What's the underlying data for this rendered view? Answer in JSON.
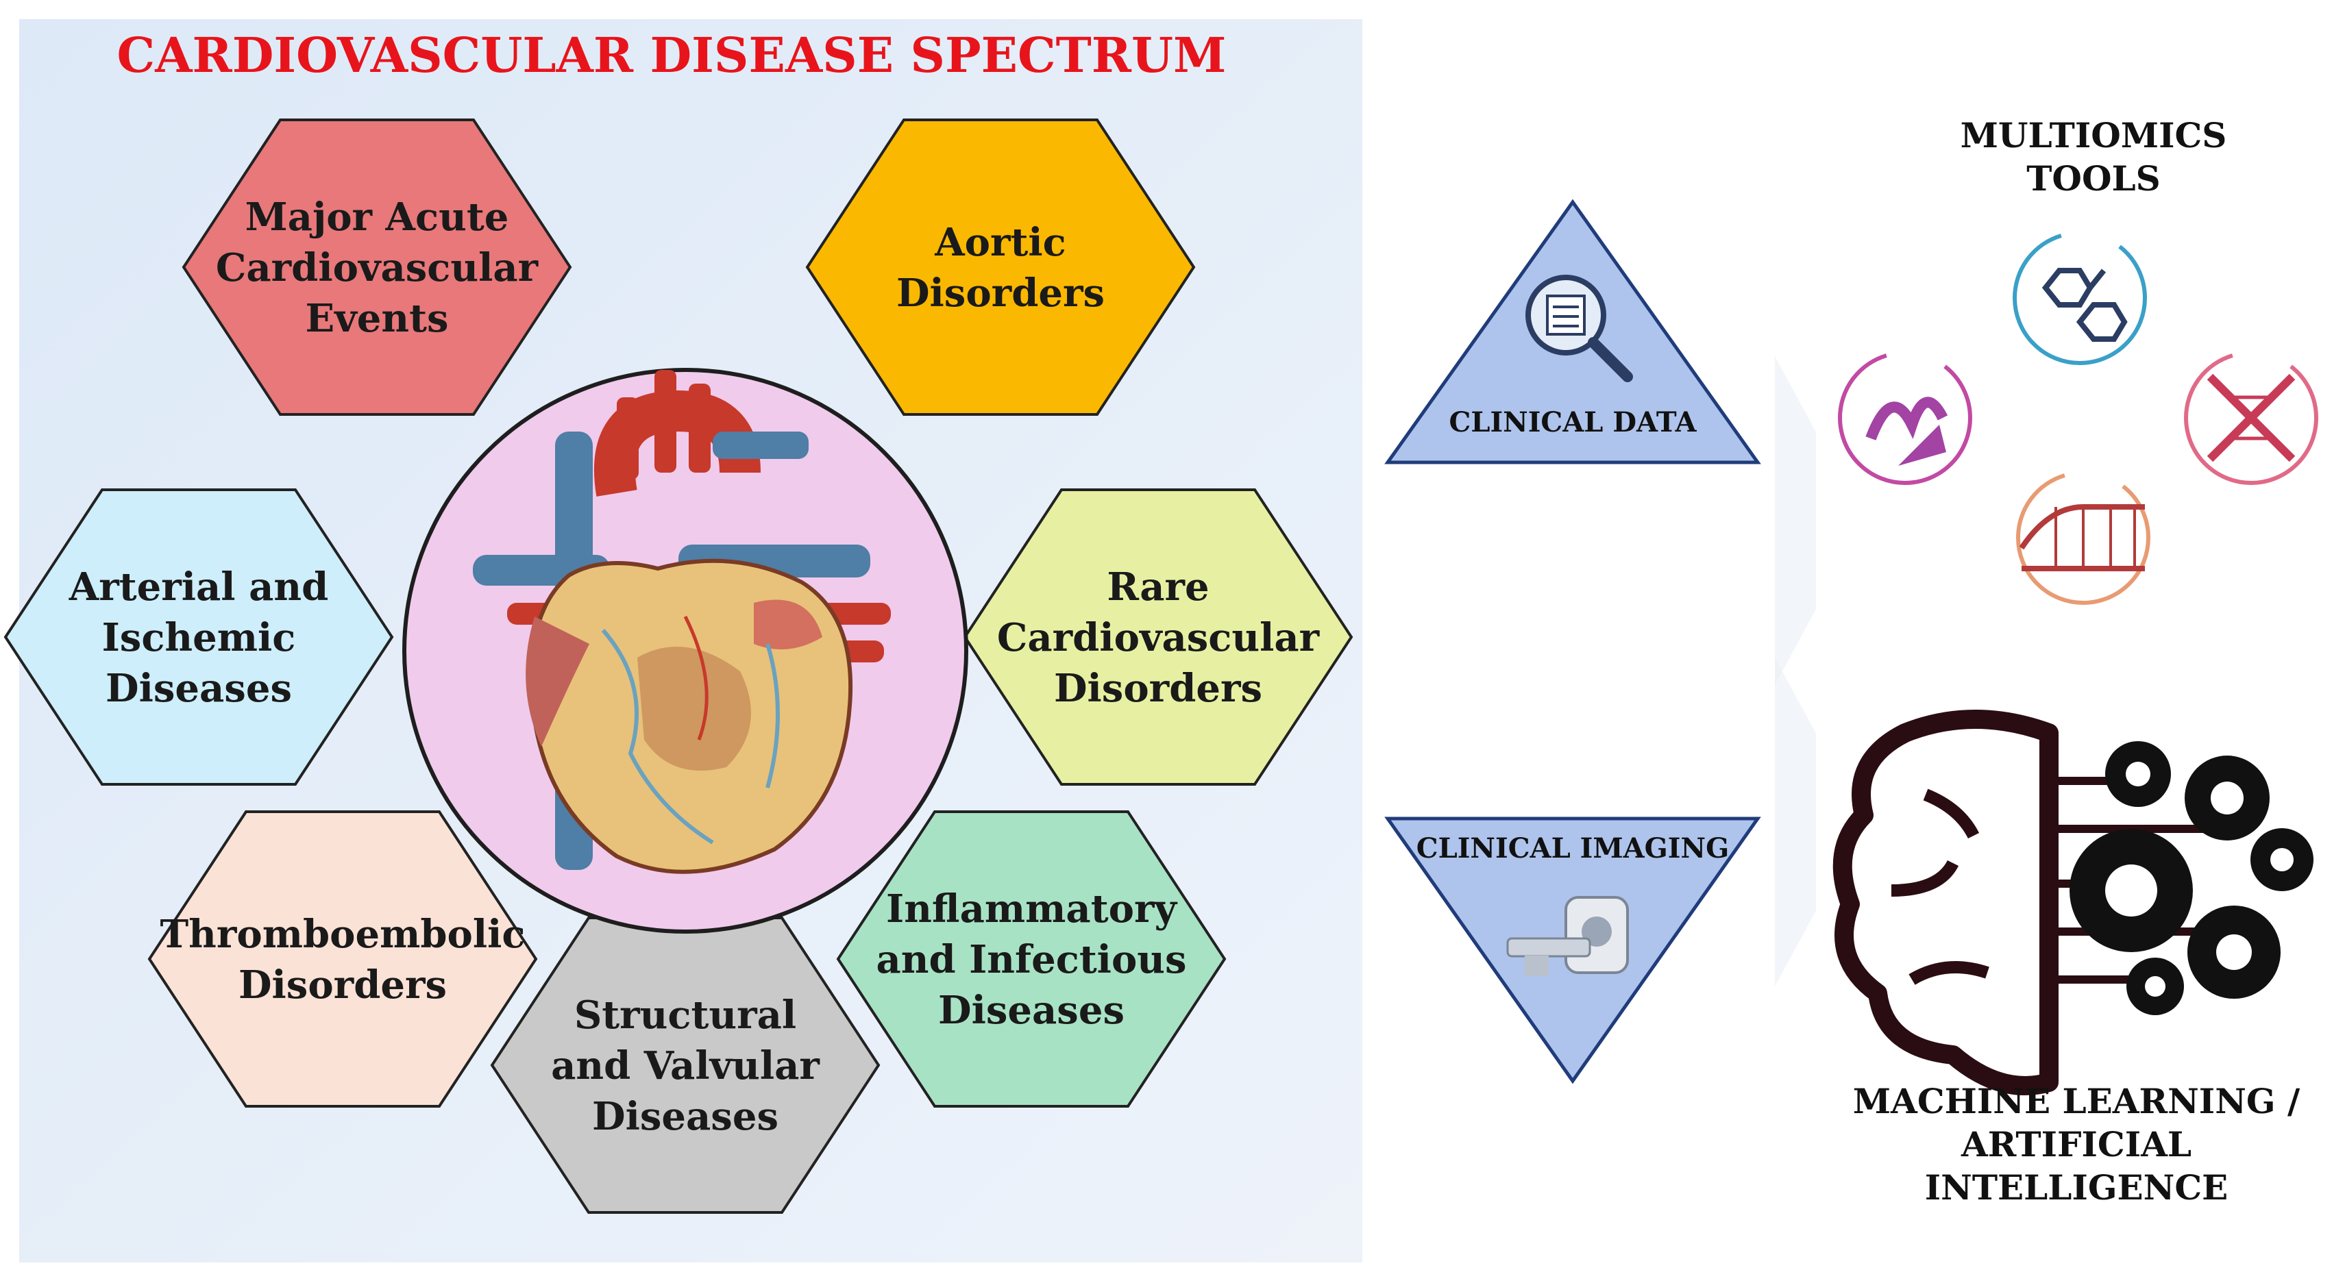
{
  "title": "CARDIOVASCULAR DISEASE SPECTRUM",
  "hexagons": [
    {
      "id": "major-acute",
      "lines": [
        "Major Acute",
        "Cardiovascular",
        "Events"
      ],
      "color": "#e8787a"
    },
    {
      "id": "aortic",
      "lines": [
        "Aortic",
        "Disorders"
      ],
      "color": "#fbb800"
    },
    {
      "id": "arterial",
      "lines": [
        "Arterial and",
        "Ischemic",
        "Diseases"
      ],
      "color": "#cdeefa"
    },
    {
      "id": "rare",
      "lines": [
        "Rare",
        "Cardiovascular",
        "Disorders"
      ],
      "color": "#e7f0a2"
    },
    {
      "id": "thromboembolic",
      "lines": [
        "Thromboembolic",
        "Disorders"
      ],
      "color": "#fbe2d6"
    },
    {
      "id": "structural",
      "lines": [
        "Structural",
        "and Valvular",
        "Diseases"
      ],
      "color": "#c9c9c9"
    },
    {
      "id": "inflammatory",
      "lines": [
        "Inflammatory",
        "and Infectious",
        "Diseases"
      ],
      "color": "#a8e2c5"
    }
  ],
  "clinical_data": {
    "label": "CLINICAL DATA",
    "icon": "magnifier-document-icon"
  },
  "clinical_imaging": {
    "label": "CLINICAL IMAGING",
    "icon": "ct-scanner-icon"
  },
  "multiomics": {
    "lines": [
      "MULTIOMICS",
      "TOOLS"
    ],
    "icons": [
      "protein-icon",
      "molecule-icon",
      "dna-icon",
      "rna-icon"
    ]
  },
  "ml": {
    "lines": [
      "MACHINE LEARNING /",
      "ARTIFICIAL",
      "INTELLIGENCE"
    ],
    "icon": "brain-gears-icon"
  },
  "colors": {
    "panel": "#e6eff8",
    "triangle": "#aec4ec",
    "triangle_stroke": "#203c7a",
    "title": "#e8141b",
    "heart_circle": "#f0cbec"
  }
}
